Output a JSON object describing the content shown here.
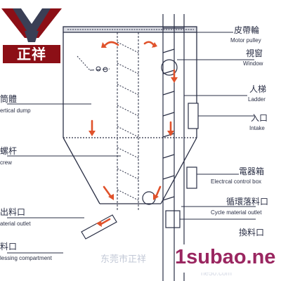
{
  "logo": {
    "brand_text": "正祥"
  },
  "labels": {
    "motor_pulley_cn": "皮帶輪",
    "motor_pulley_en": "Motor pulley",
    "window_cn": "視窗",
    "window_en": "Window",
    "ladder_cn": "人梯",
    "ladder_en": "Ladder",
    "intake_cn": "入口",
    "intake_en": "Intake",
    "control_box_cn": "電器箱",
    "control_box_en": "Electrcal control box",
    "cycle_outlet_cn": "循環落料口",
    "cycle_outlet_en": "Cycle material outlet",
    "bottom_right_cn": "換料口",
    "left_1_cn": "筒體",
    "left_1_en": "ertical dump",
    "left_2_cn": "螺杆",
    "left_2_en": "crew",
    "left_3_cn": "出料口",
    "left_3_en": "aterial outlet",
    "left_4_cn": "料口",
    "left_4_en": "lessing compartment"
  },
  "watermarks": {
    "chinese": "东莞市正祥",
    "site_faint": "ne50.com"
  },
  "badge": {
    "text": "1subao.ne"
  },
  "colors": {
    "line": "#2a2f45",
    "arrow": "#e0522b",
    "logo_red": "#8c0f16",
    "badge_text": "#9a2660"
  }
}
